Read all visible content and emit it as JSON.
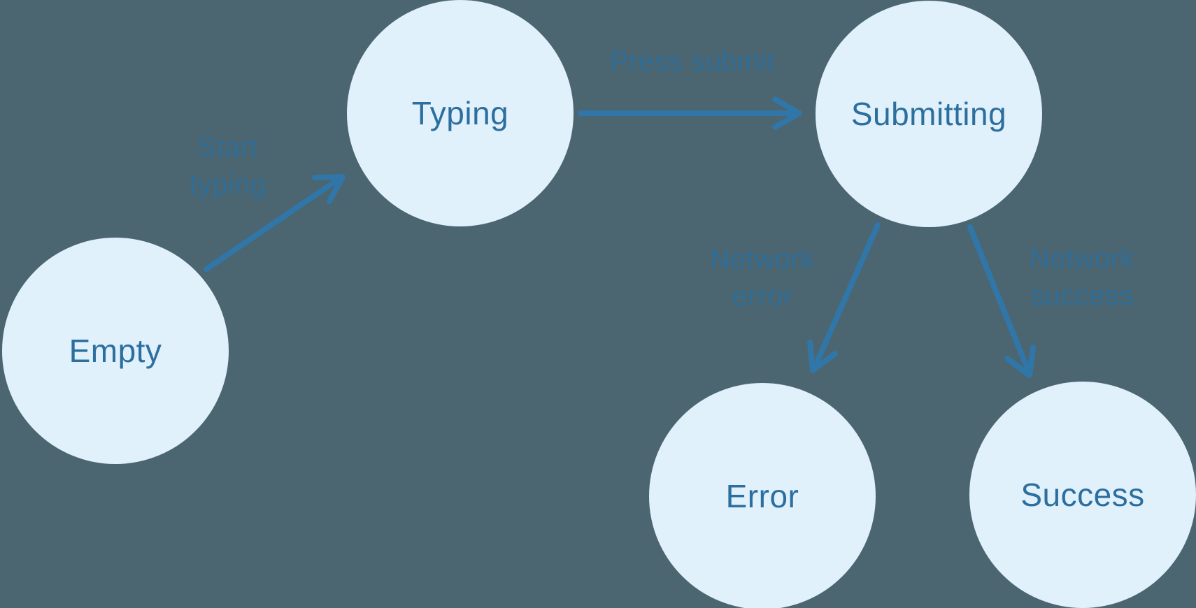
{
  "colors": {
    "background": "#4B6670",
    "node_fill": "#E0F1FC",
    "node_text": "#2C6F9E",
    "edge_label_text": "#2C6F9E",
    "arrow": "#3076A9"
  },
  "nodes": [
    {
      "id": "empty",
      "label": "Empty"
    },
    {
      "id": "typing",
      "label": "Typing"
    },
    {
      "id": "submitting",
      "label": "Submitting"
    },
    {
      "id": "error",
      "label": "Error"
    },
    {
      "id": "success",
      "label": "Success"
    }
  ],
  "transitions": [
    {
      "from": "empty",
      "to": "typing",
      "label": "Start typing"
    },
    {
      "from": "typing",
      "to": "submitting",
      "label": "Press submit"
    },
    {
      "from": "submitting",
      "to": "error",
      "label": "Network error"
    },
    {
      "from": "submitting",
      "to": "success",
      "label": "Network success"
    }
  ]
}
